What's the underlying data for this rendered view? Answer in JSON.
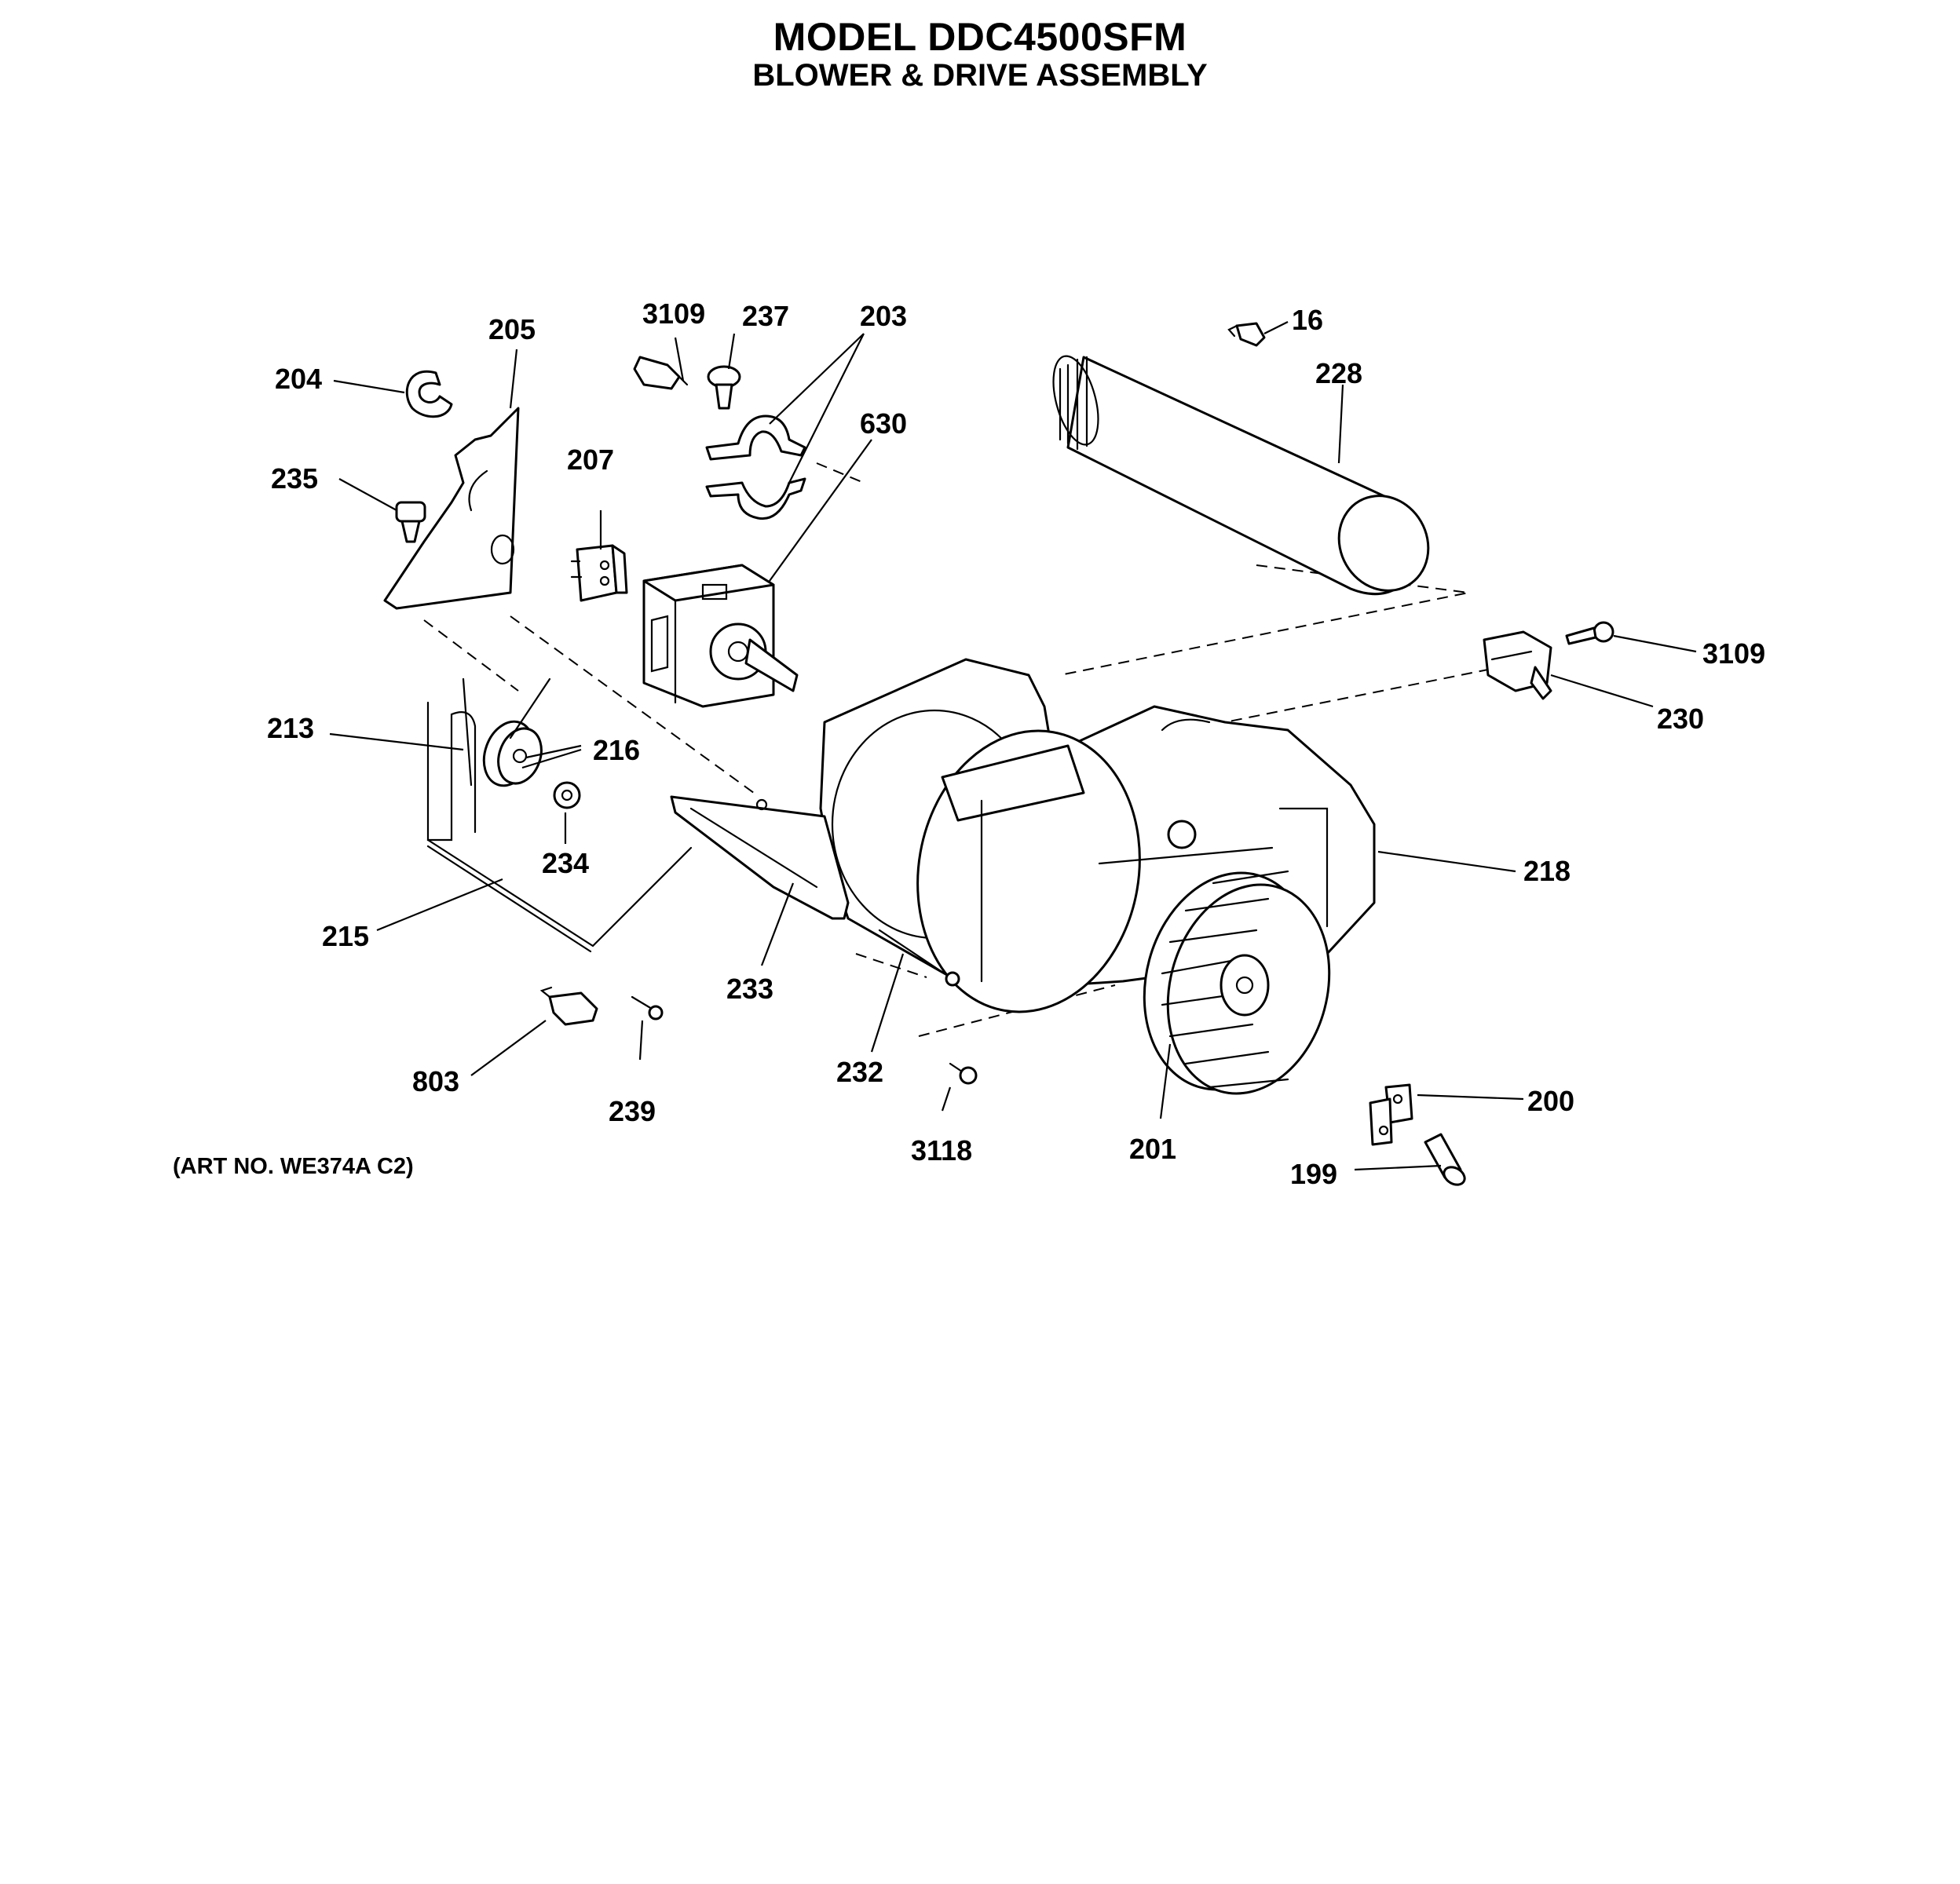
{
  "title": "MODEL DDC4500SFM",
  "subtitle": "BLOWER & DRIVE ASSEMBLY",
  "art_number": "(ART NO. WE374A C2)",
  "part_labels": {
    "p16": "16",
    "p199": "199",
    "p200": "200",
    "p201": "201",
    "p203": "203",
    "p204": "204",
    "p205": "205",
    "p207": "207",
    "p213": "213",
    "p215": "215",
    "p216": "216",
    "p218": "218",
    "p228": "228",
    "p230": "230",
    "p232": "232",
    "p233": "233",
    "p234": "234",
    "p235": "235",
    "p237": "237",
    "p239": "239",
    "p630": "630",
    "p803": "803",
    "p3109_top": "3109",
    "p3109_right": "3109",
    "p3118": "3118"
  }
}
